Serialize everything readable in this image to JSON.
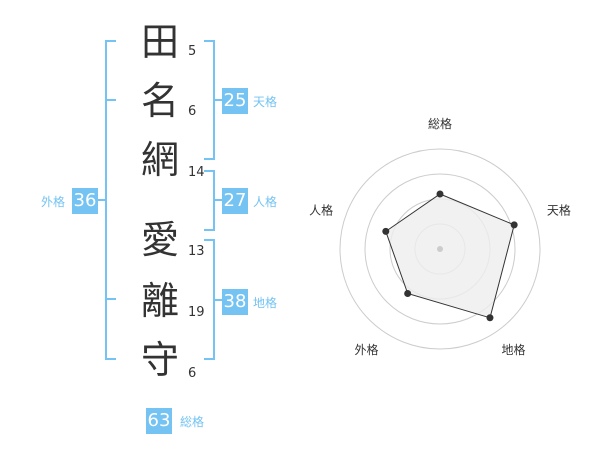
{
  "name_chars": [
    {
      "char": "田",
      "strokes": "5"
    },
    {
      "char": "名",
      "strokes": "6"
    },
    {
      "char": "網",
      "strokes": "14"
    },
    {
      "char": "愛",
      "strokes": "13"
    },
    {
      "char": "離",
      "strokes": "19"
    },
    {
      "char": "守",
      "strokes": "6"
    }
  ],
  "kakusu": {
    "tenkaku": {
      "value": "25",
      "label": "天格"
    },
    "jinkaku": {
      "value": "27",
      "label": "人格"
    },
    "chikaku": {
      "value": "38",
      "label": "地格"
    },
    "gaikaku": {
      "value": "36",
      "label": "外格"
    },
    "soukaku": {
      "value": "63",
      "label": "総格"
    }
  },
  "radar": {
    "axes": [
      "総格",
      "天格",
      "地格",
      "外格",
      "人格"
    ],
    "levels": 4,
    "values": [
      0.55,
      0.78,
      0.85,
      0.55,
      0.57
    ],
    "colors": {
      "ring": "#cccccc",
      "fill": "#eeeeee",
      "line": "#333333",
      "dot": "#333333",
      "center": "#cccccc"
    }
  },
  "colors": {
    "accent": "#74c3f2",
    "text": "#333333"
  }
}
